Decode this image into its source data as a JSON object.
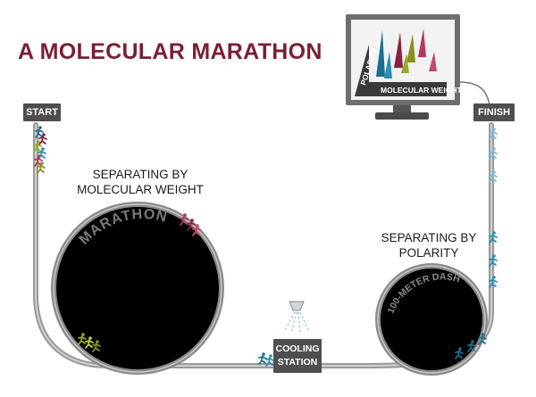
{
  "title": "A MOLECULAR MARATHON",
  "start_label": "START",
  "finish_label": "FINISH",
  "section1": {
    "line1": "SEPARATING BY",
    "line2": "MOLECULAR WEIGHT"
  },
  "section2": {
    "line1": "SEPARATING BY",
    "line2": "POLARITY"
  },
  "marathon_track_label": "MARATHON",
  "dash_track_label": "100-METER DASH",
  "cooling_station": {
    "line1": "COOLING",
    "line2": "STATION"
  },
  "monitor": {
    "y_axis_label": "POLARITY",
    "x_axis_label": "MOLECULAR WEIGHT"
  },
  "colors": {
    "title": "#7a1f35",
    "track": "#8a8a8a",
    "track_fill": "#000000",
    "sign": "#4f4f4f",
    "peaks": [
      "#1c6f8f",
      "#8a1f3f",
      "#8a8f1f",
      "#b03a5a",
      "#2a8fb0",
      "#9aa82a",
      "#c04a6a"
    ]
  }
}
